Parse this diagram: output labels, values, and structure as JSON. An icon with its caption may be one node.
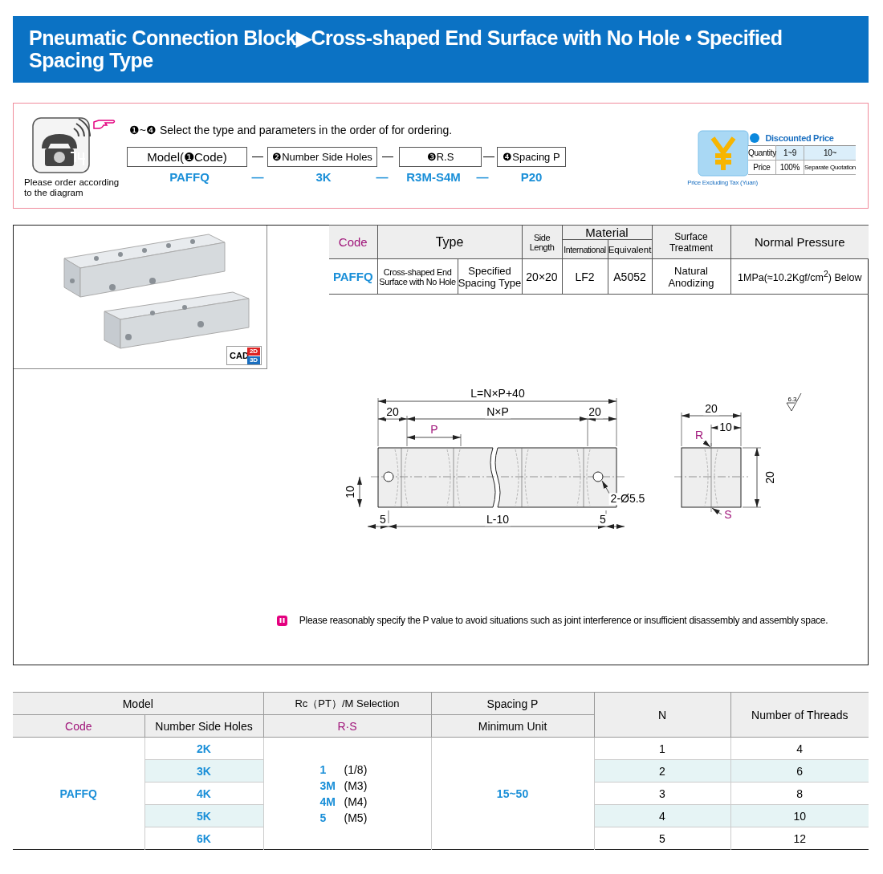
{
  "diagram": {
    "title": "Pneumatic Connection Block▶Cross-shaped End Surface with No Hole • Specified Spacing Type",
    "nodes": [
      {
        "text": [
          "Model(❶Code)"
        ]
      },
      {
        "text": [
          "❷Number Side Holes"
        ]
      },
      {
        "text": [
          "❸R.S"
        ]
      },
      {
        "text": [
          "❹Spacing P"
        ]
      }
    ],
    "labels": [
      "Please order according to the diagram",
      "❶~❹ Select the type and parameters in the order of for ordering.",
      "—",
      "—",
      "—",
      "PAFFQ",
      "—",
      "3K",
      "—",
      "R3M-S4M",
      "—",
      "P20",
      "Discounted Price",
      "Quantity",
      "1~9",
      "10~",
      "Price",
      "100%",
      "Separate Quotation",
      "Price Excluding Tax (Yuan)",
      "Code",
      "Type",
      "Side Length",
      "Material",
      "Surface Treatment",
      "Normal Pressure",
      "International",
      "Equivalent",
      "PAFFQ",
      "Cross-shaped End Surface with No Hole",
      "Specified Spacing Type",
      "20×20",
      "LF2",
      "A5052",
      "Natural Anodizing",
      "1MPa(≈10.2Kgf/cm$^{2}$) Below",
      "CAD",
      "2D",
      "3D",
      "L=N×P+40",
      "20",
      "N×P",
      "20",
      "P",
      "10",
      "2-Ø5.5",
      "5",
      "L-10",
      "5",
      "20",
      "10",
      "R",
      "20",
      "S",
      "6.3",
      "Please reasonably specify the P value to avoid situations such as joint interference or insufficient disassembly and assembly space.",
      "Model",
      "Rc（PT）/M Selection",
      "Spacing P",
      "N",
      "Number of Threads",
      "Code",
      "Number Side Holes",
      "R·S",
      "Minimum Unit",
      "PAFFQ",
      "2K",
      "1",
      "4",
      "3K",
      "2",
      "6",
      "4K",
      "3",
      "8",
      "5K",
      "4",
      "10",
      "6K",
      "5",
      "12",
      "1",
      "(1/8)",
      "3M",
      "(M3)",
      "4M",
      "(M4)",
      "5",
      "(M5)",
      "15~50"
    ]
  }
}
